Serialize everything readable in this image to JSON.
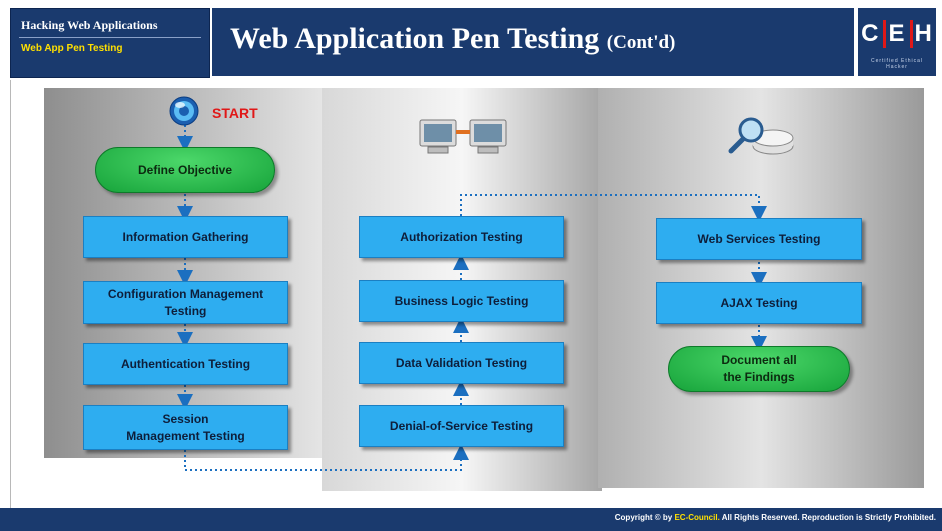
{
  "header": {
    "course": "Hacking Web Applications",
    "module": "Web App Pen Testing",
    "title": "Web Application Pen Testing",
    "title_suffix": "(Cont'd)",
    "logo_letters": [
      "C",
      "E",
      "H"
    ],
    "logo_tagline": "Certified Ethical Hacker"
  },
  "flow": {
    "start_label": "START",
    "column1": {
      "objective": "Define Objective",
      "steps": [
        "Information Gathering",
        "Configuration Management\nTesting",
        "Authentication Testing",
        "Session\nManagement Testing"
      ]
    },
    "column2": {
      "steps": [
        "Authorization Testing",
        "Business Logic Testing",
        "Data Validation Testing",
        "Denial-of-Service Testing"
      ]
    },
    "column3": {
      "steps": [
        "Web Services Testing",
        "AJAX Testing"
      ],
      "end": "Document all\nthe Findings"
    }
  },
  "icons": {
    "start": "start-orb-icon",
    "column2": "networked-computers-icon",
    "column3": "magnifier-disk-icon"
  },
  "footer": {
    "prefix": "Copyright © by",
    "brand": "EC-Council.",
    "suffix": "All Rights Reserved. Reproduction is Strictly Prohibited."
  },
  "colors": {
    "header_bg": "#1a3a6e",
    "box_fill": "#2eadf0",
    "pill_fill": "#1fb045",
    "start_text": "#e01818",
    "arrow": "#1b6fc0"
  }
}
